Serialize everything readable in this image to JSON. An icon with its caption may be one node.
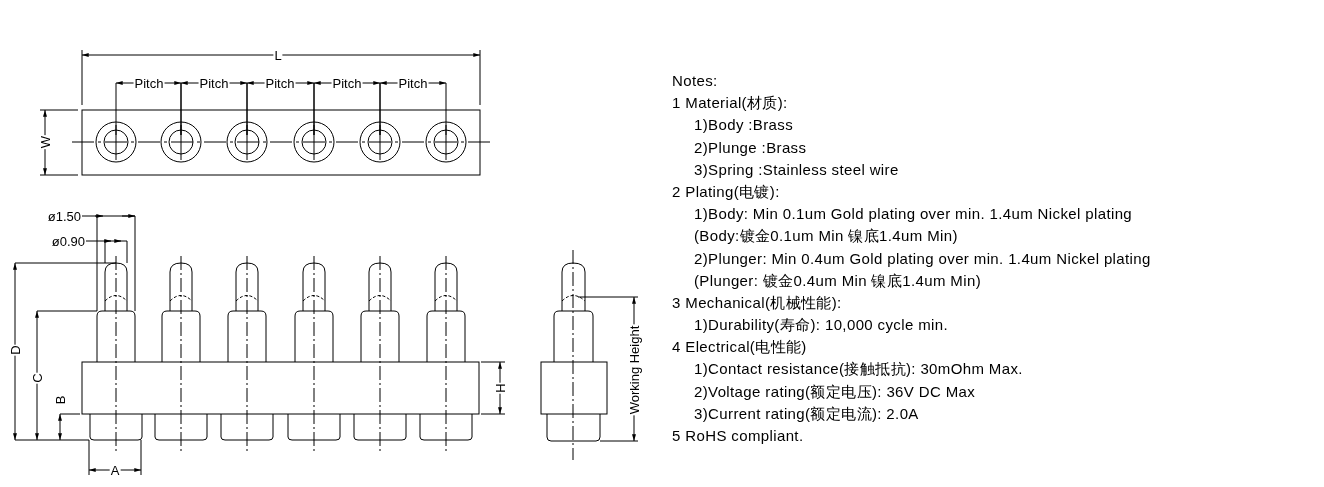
{
  "diagram": {
    "labels": [
      "L",
      "Pitch",
      "Pitch",
      "Pitch",
      "Pitch",
      "Pitch",
      "W",
      "ø1.50",
      "ø0.90",
      "D",
      "C",
      "B",
      "H",
      "A",
      "Working Height",
      "Notes:",
      "1 Material(材质):",
      "1)Body :Brass",
      "2)Plunge :Brass",
      "3)Spring :Stainless steel wire",
      "2 Plating(电镀):",
      "1)Body: Min 0.1um Gold plating over min. 1.4um Nickel plating",
      "(Body:镀金0.1um Min 镍底1.4um Min)",
      "2)Plunger: Min 0.4um Gold plating over min. 1.4um Nickel plating",
      "(Plunger: 镀金0.4um Min 镍底1.4um Min)",
      "3 Mechanical(机械性能):",
      "1)Durability(寿命): 10,000 cycle min.",
      "4 Electrical(电性能)",
      "1)Contact resistance(接触抵抗): 30mOhm Max.",
      "2)Voltage rating(额定电压): 36V DC Max",
      "3)Current rating(额定电流): 2.0A",
      "5 RoHS compliant."
    ]
  }
}
